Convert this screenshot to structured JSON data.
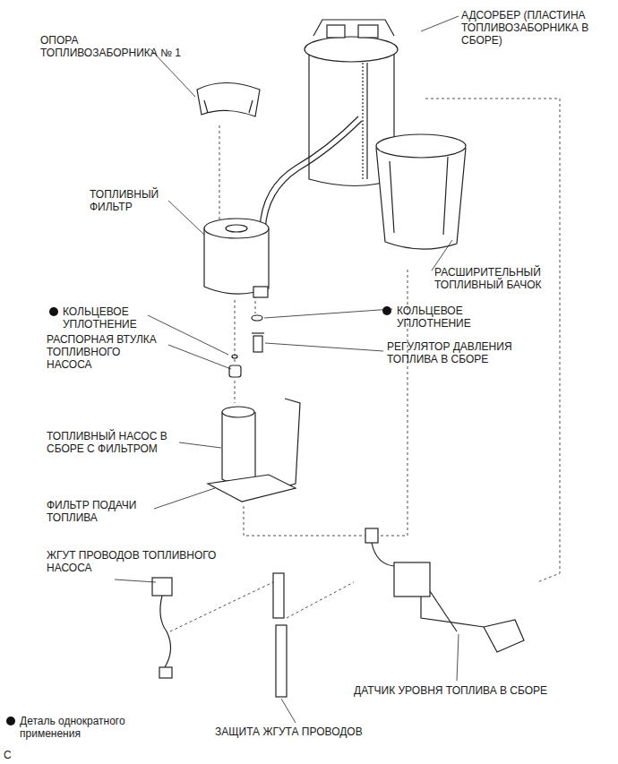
{
  "diagram": {
    "labels": [
      "ОПОРА ТОПЛИВОЗАБОРНИКА № 1",
      "АДСОРБЕР (ПЛАСТИНА ТОПЛИВОЗАБОРНИКА В СБОРЕ)",
      "ТОПЛИВНЫЙ ФИЛЬТР",
      "РАСШИРИТЕЛЬНЫЙ ТОПЛИВНЫЙ БАЧОК",
      "КОЛЬЦЕВОЕ УПЛОТНЕНИЕ",
      "КОЛЬЦЕВОЕ УПЛОТНЕНИЕ",
      "РАСПОРНАЯ ВТУЛКА ТОПЛИВНОГО НАСОСА",
      "РЕГУЛЯТОР ДАВЛЕНИЯ ТОПЛИВА В СБОРЕ",
      "ТОПЛИВНЫЙ НАСОС В СБОРЕ С ФИЛЬТРОМ",
      "ФИЛЬТР ПОДАЧИ ТОПЛИВА",
      "ЖГУТ ПРОВОДОВ ТОПЛИВНОГО НАСОСА",
      "ДАТЧИК УРОВНЯ ТОПЛИВА В СБОРЕ",
      "ЗАЩИТА ЖГУТА ПРОВОДОВ",
      "C"
    ],
    "legend": [
      {
        "text": "Деталь однократного применения"
      }
    ]
  }
}
